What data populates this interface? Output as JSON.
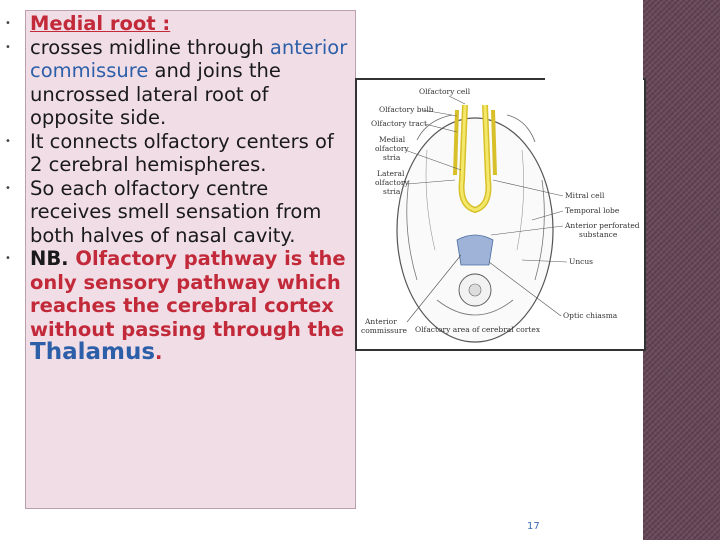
{
  "bullets": [
    {
      "parts": [
        {
          "text": "Medial root :",
          "cls": "red bold underline"
        }
      ]
    },
    {
      "parts": [
        {
          "text": " crosses midline through ",
          "cls": ""
        },
        {
          "text": "anterior commissure",
          "cls": "blue"
        },
        {
          "text": " and joins the uncrossed lateral root of opposite side.",
          "cls": ""
        }
      ]
    },
    {
      "parts": [
        {
          "text": "  It connects olfactory centers of 2 cerebral hemispheres.",
          "cls": ""
        }
      ]
    },
    {
      "parts": [
        {
          "text": "So each olfactory centre receives smell sensation from both halves of nasal cavity.",
          "cls": ""
        }
      ]
    },
    {
      "parts": [
        {
          "text": "NB. ",
          "cls": "bold"
        },
        {
          "text": "Olfactory pathway is the only sensory pathway which reaches the cerebral cortex without passing through the ",
          "cls": "red bold"
        },
        {
          "text": "Thalamus",
          "cls": "blue bold big"
        },
        {
          "text": ".",
          "cls": "red bold"
        }
      ]
    }
  ],
  "diagram": {
    "labels": {
      "olfactory_cell": "Olfactory cell",
      "olfactory_bulb": "Olfactory bulb",
      "olfactory_tract": "Olfactory tract",
      "medial_stria": "Medial olfactory stria",
      "lateral_stria": "Lateral olfactory stria",
      "mitral_cell": "Mitral cell",
      "temporal_lobe": "Temporal lobe",
      "anterior_perforated": "Anterior perforated substance",
      "uncus": "Uncus",
      "optic_chiasma": "Optic chiasma",
      "anterior_commissure": "Anterior commissure",
      "olfactory_area": "Olfactory area of cerebral cortex"
    }
  },
  "page_number": "17",
  "colors": {
    "accent_red": "#c22a3a",
    "accent_blue": "#2d5fa8",
    "panel_bg": "#f0dde6",
    "band": "#5a3e4e"
  }
}
